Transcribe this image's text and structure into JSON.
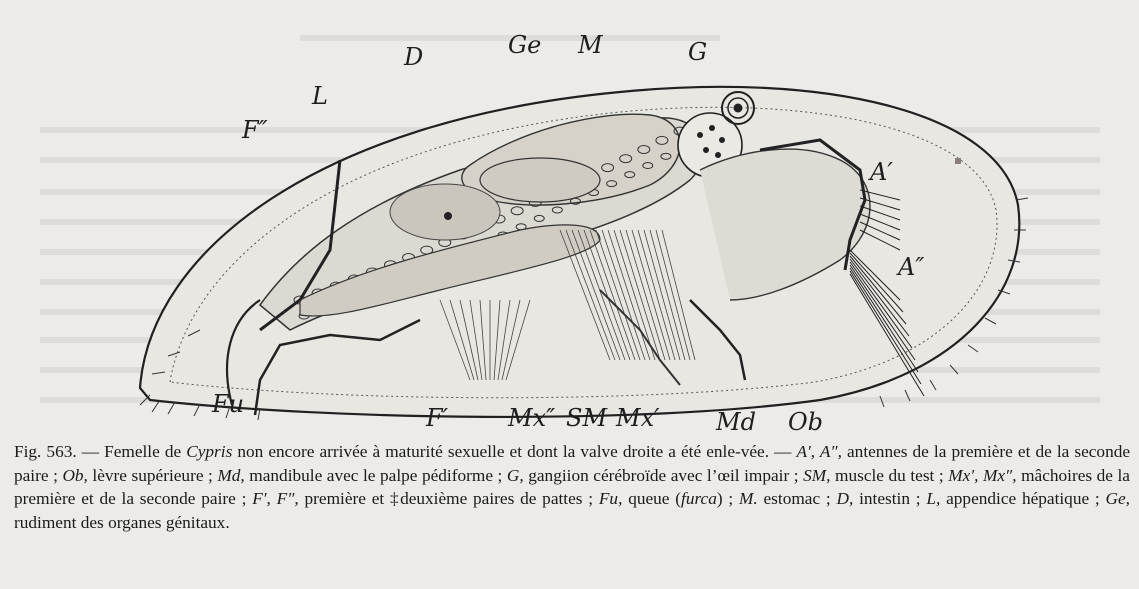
{
  "figure": {
    "labels": {
      "D": "D",
      "Ge": "Ge",
      "M": "M",
      "G": "G",
      "L": "L",
      "F2": "F″",
      "A1": "A′",
      "A2": "A″",
      "Fu": "Fu",
      "F1": "F′",
      "Mx2": "Mx″",
      "SM": "SM",
      "Mx1": "Mx′",
      "Md": "Md",
      "Ob": "Ob"
    }
  },
  "caption": {
    "fig_number": "Fig. 563.",
    "dash": " — ",
    "t1": "Femelle de ",
    "cypris": "Cypris",
    "t2": " non encore arrivée à maturité sexuelle et  dont  la valve droite a été enle-vée. — ",
    "a_sym": "A′, A″,",
    "a_txt": " antennes de la première et de la  seconde paire ; ",
    "ob_sym": "Ob,",
    "ob_txt": " lèvre supérieure ; ",
    "md_sym": "Md,",
    "md_txt": " mandibule avec le palpe pédiforme ; ",
    "g_sym": "G,",
    "g_txt": " gangiion  cérébroïde  avec l’œil impair ; ",
    "sm_sym": "SM,",
    "sm_txt": " muscle du  test ; ",
    "mx_sym": "Mx′, Mx″,",
    "mx_txt": " mâchoires de la  première  et de la  seconde paire ; ",
    "f_sym": "F′, F″,",
    "f_txt": " première et ‡deuxième paires de pattes ; ",
    "fu_sym": "Fu,",
    "fu_txt": " queue (",
    "furca": "furca",
    "fu_txt2": ") ; ",
    "m_sym": "M.",
    "m_txt": " estomac ; ",
    "d_sym": "D,",
    "d_txt": " intestin ; ",
    "l_sym": "L,",
    "l_txt": " appendice hépatique ; ",
    "ge_sym": "Ge,",
    "ge_txt": " rudiment des organes génitaux."
  }
}
